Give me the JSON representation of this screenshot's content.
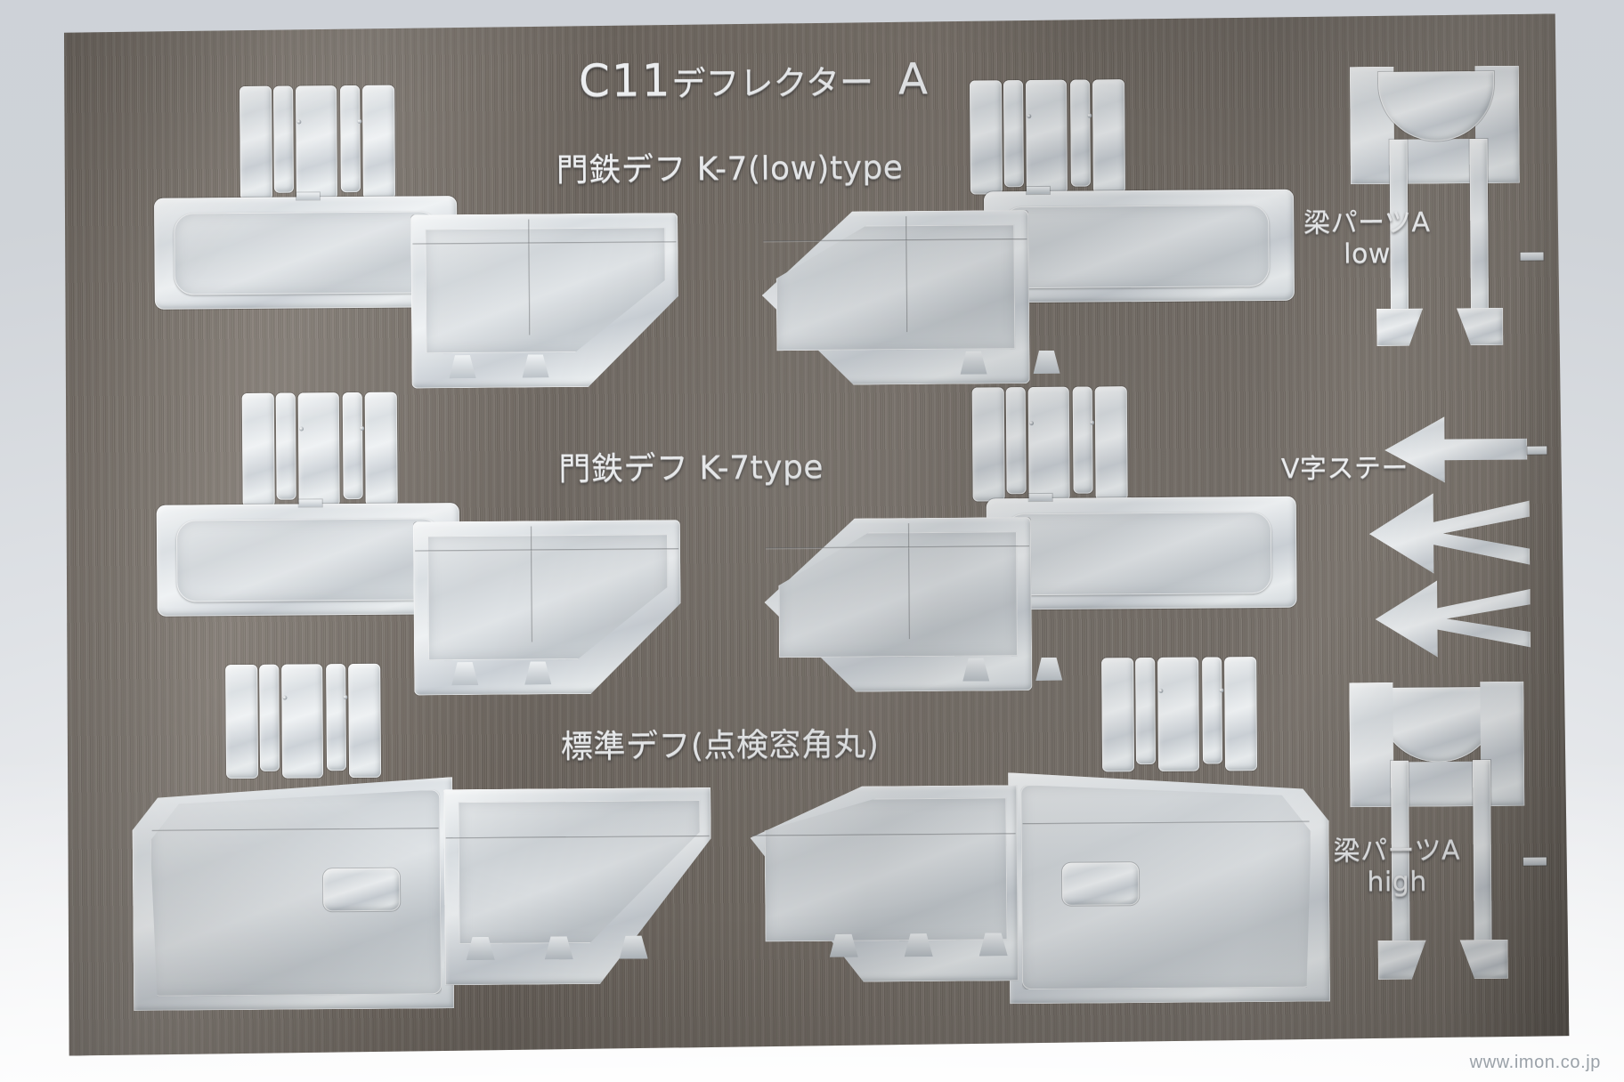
{
  "product": {
    "title_main": "C11",
    "title_kana": "デフレクター",
    "title_mark": "A"
  },
  "row_labels": [
    {
      "id": "row1",
      "text": "門鉄デフ K-7(low)type"
    },
    {
      "id": "row2",
      "text": "門鉄デフ K-7type"
    },
    {
      "id": "row3",
      "text": "標準デフ(点検窓角丸)"
    }
  ],
  "side_labels": [
    {
      "id": "beam-low",
      "line1": "梁パーツA",
      "line2": "low"
    },
    {
      "id": "v-stay",
      "line1": "V字ステー",
      "line2": ""
    },
    {
      "id": "beam-high",
      "line1": "梁パーツA",
      "line2": "high"
    }
  ],
  "watermark": "www.imon.co.jp",
  "colors": {
    "fret_metal": "#6f6861",
    "cut_bright": "#e6eaed",
    "plate_satin": "#d4d9dd",
    "label_text": "#eceef0",
    "background": "#e6e9ec",
    "watermark_text": "#9aa1a8"
  }
}
